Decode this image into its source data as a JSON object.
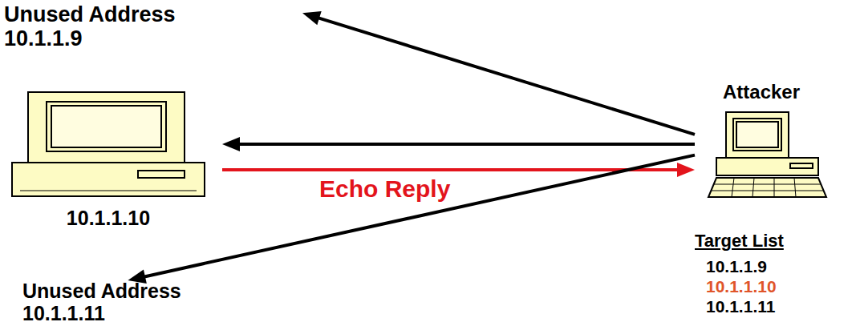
{
  "diagram": {
    "nodes": [
      {
        "text": [
          "Unused Address",
          "10.1.1.9"
        ]
      },
      {
        "text": [
          "10.1.1.10"
        ]
      },
      {
        "text": [
          "Attacker"
        ]
      },
      {
        "text": [
          "Unused Address",
          "10.1.1.11"
        ]
      }
    ],
    "edges": [
      {
        "from": 2,
        "to": 0,
        "arrow": "to"
      },
      {
        "from": 2,
        "to": 1,
        "arrow": "to"
      },
      {
        "from": 1,
        "to": 2,
        "label": "Echo Reply",
        "arrow": "to"
      },
      {
        "from": 2,
        "to": 3,
        "arrow": "to"
      }
    ],
    "labels": [
      "Target List",
      "10.1.1.9",
      "10.1.1.10",
      "10.1.1.11"
    ]
  }
}
